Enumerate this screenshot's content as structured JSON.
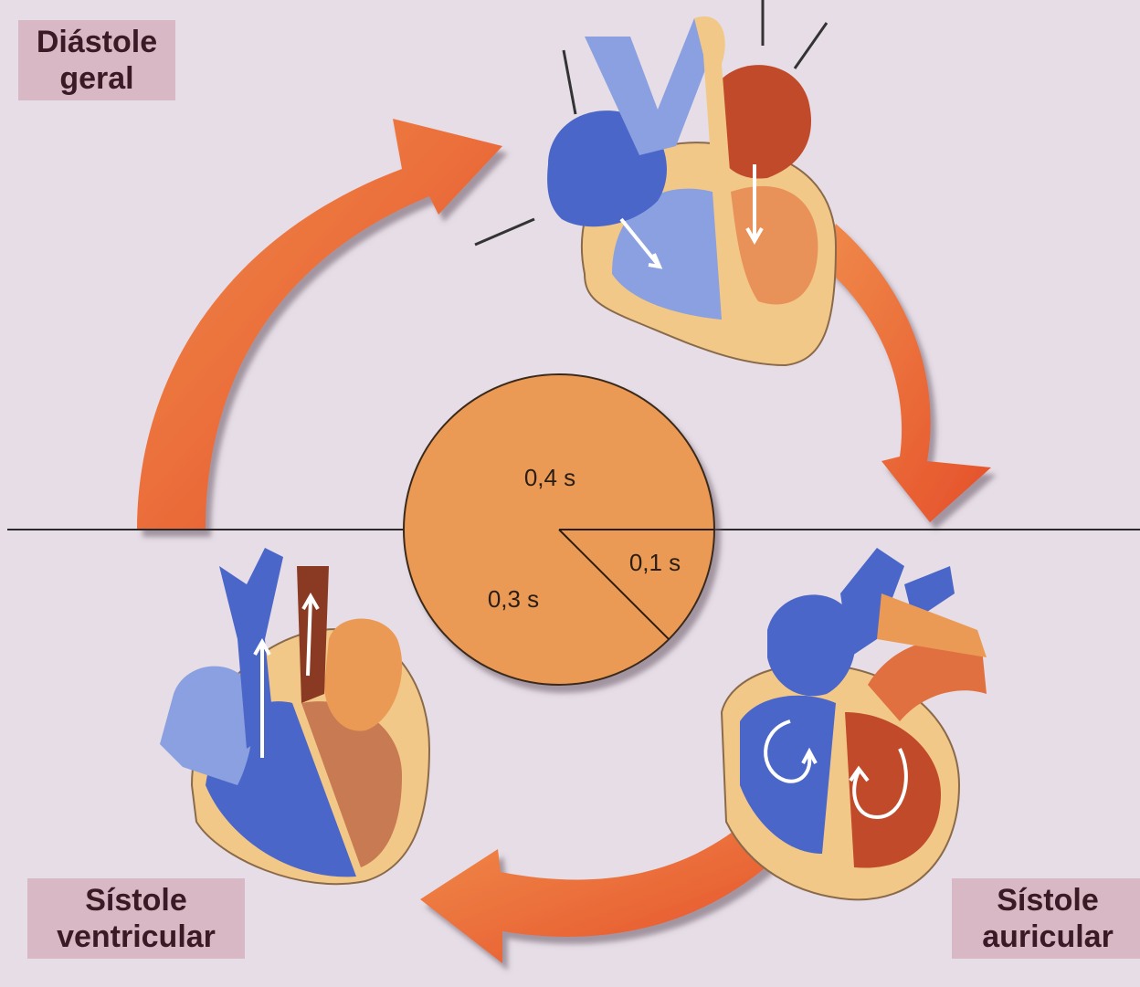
{
  "phases": {
    "diastole": {
      "line1": "Diástole",
      "line2": "geral"
    },
    "ventricular": {
      "line1": "Sístole",
      "line2": "ventricular"
    },
    "auricular": {
      "line1": "Sístole",
      "line2": "auricular"
    }
  },
  "cycle_pie": {
    "segments": [
      {
        "label": "0,4 s",
        "duration_s": 0.4
      },
      {
        "label": "0,1 s",
        "duration_s": 0.1
      },
      {
        "label": "0,3 s",
        "duration_s": 0.3
      }
    ]
  },
  "colors": {
    "background": "#e6dde6",
    "cycle_arrow": "#ec6a3a",
    "pie_fill": "#eb9a55",
    "venous_blood": "#4a66c8",
    "venous_light": "#8aa0e0",
    "arterial_blood": "#c04a2a",
    "arterial_light": "#e8925a",
    "heart_wall": "#f2c888",
    "label_box": "#d8b8c4"
  },
  "icons": {
    "heart_diastole": "heart-diastole-icon",
    "heart_ventricular_systole": "heart-ventricular-systole-icon",
    "heart_auricular_systole": "heart-auricular-systole-icon"
  }
}
